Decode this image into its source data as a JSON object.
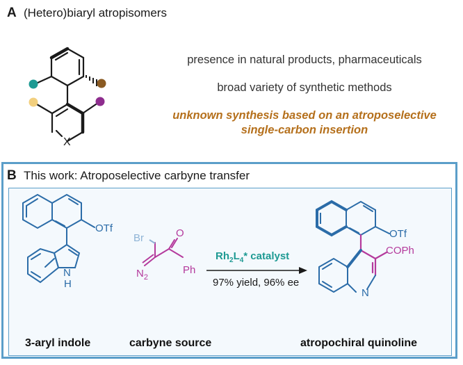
{
  "panel_a": {
    "letter": "A",
    "title": "(Hetero)biaryl atropisomers",
    "points": [
      "presence in natural products, pharmaceuticals",
      "broad variety of synthetic methods"
    ],
    "highlight_line1": "unknown synthesis based on an atroposelective",
    "highlight_line2": "single-carbon insertion",
    "ring_atom": "X",
    "colors": {
      "highlight": "#b5701c",
      "teal": "#1e9a93",
      "brown": "#8a5a22",
      "peach": "#f2cf7e",
      "purple": "#8e2d8e"
    }
  },
  "panel_b": {
    "letter": "B",
    "title": "This work: Atroposelective carbyne transfer",
    "reactant1_caption": "3-aryl indole",
    "reactant2_caption": "carbyne source",
    "product_caption": "atropochiral quinoline",
    "catalyst_main": "Rh",
    "catalyst_sub1": "2",
    "catalyst_mid": "L",
    "catalyst_sub2": "4",
    "catalyst_tail": "* catalyst",
    "conditions": "97% yield, 96% ee",
    "labels": {
      "otf": "OTf",
      "nh_n": "N",
      "nh_h": "H",
      "br": "Br",
      "o": "O",
      "n2_n": "N",
      "n2_sub": "2",
      "ph": "Ph",
      "otf_product": "OTf",
      "coph": "COPh",
      "n_product": "N"
    },
    "colors": {
      "structure": "#2b6ca8",
      "reagent": "#b43a9c",
      "catalyst": "#1e9a93",
      "frame": "#5b9ec9"
    }
  }
}
